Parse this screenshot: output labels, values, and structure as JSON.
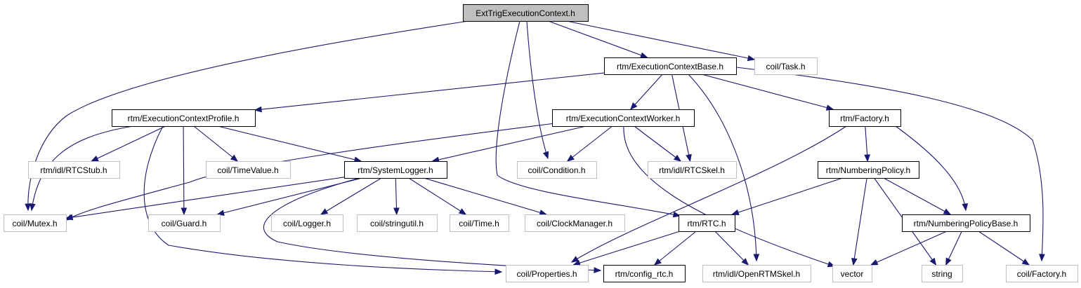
{
  "colors": {
    "edge": "#191970",
    "root_fill": "#bfbfbf",
    "documented_border": "#000000",
    "external_border": "#bfbfbf",
    "text": "#000000"
  },
  "nodes": [
    {
      "id": "n0",
      "label": "ExtTrigExecutionContext.h",
      "kind": "root"
    },
    {
      "id": "n1",
      "label": "coil/Mutex.h",
      "kind": "ext"
    },
    {
      "id": "n2",
      "label": "coil/Condition.h",
      "kind": "ext"
    },
    {
      "id": "n3",
      "label": "rtm/ExecutionContextBase.h",
      "kind": "doc"
    },
    {
      "id": "n4",
      "label": "coil/Task.h",
      "kind": "ext"
    },
    {
      "id": "n5",
      "label": "rtm/RTC.h",
      "kind": "doc"
    },
    {
      "id": "n6",
      "label": "rtm/ExecutionContextProfile.h",
      "kind": "doc"
    },
    {
      "id": "n7",
      "label": "rtm/ExecutionContextWorker.h",
      "kind": "doc"
    },
    {
      "id": "n8",
      "label": "rtm/idl/RTCSkel.h",
      "kind": "ext"
    },
    {
      "id": "n9",
      "label": "rtm/idl/OpenRTMSkel.h",
      "kind": "ext"
    },
    {
      "id": "n10",
      "label": "rtm/Factory.h",
      "kind": "doc"
    },
    {
      "id": "n11",
      "label": "coil/Factory.h",
      "kind": "ext"
    },
    {
      "id": "n12",
      "label": "rtm/idl/RTCStub.h",
      "kind": "ext"
    },
    {
      "id": "n13",
      "label": "coil/TimeValue.h",
      "kind": "ext"
    },
    {
      "id": "n14",
      "label": "rtm/SystemLogger.h",
      "kind": "doc"
    },
    {
      "id": "n15",
      "label": "coil/Guard.h",
      "kind": "ext"
    },
    {
      "id": "n16",
      "label": "coil/Properties.h",
      "kind": "ext"
    },
    {
      "id": "n17",
      "label": "rtm/config_rtc.h",
      "kind": "doc"
    },
    {
      "id": "n18",
      "label": "coil/Logger.h",
      "kind": "ext"
    },
    {
      "id": "n19",
      "label": "coil/stringutil.h",
      "kind": "ext"
    },
    {
      "id": "n20",
      "label": "coil/Time.h",
      "kind": "ext"
    },
    {
      "id": "n21",
      "label": "coil/ClockManager.h",
      "kind": "ext"
    },
    {
      "id": "n22",
      "label": "vector",
      "kind": "ext"
    },
    {
      "id": "n23",
      "label": "rtm/NumberingPolicy.h",
      "kind": "doc"
    },
    {
      "id": "n24",
      "label": "rtm/NumberingPolicyBase.h",
      "kind": "doc"
    },
    {
      "id": "n25",
      "label": "string",
      "kind": "ext"
    }
  ],
  "edges": [
    {
      "from": "n0",
      "to": "n1"
    },
    {
      "from": "n0",
      "to": "n2"
    },
    {
      "from": "n0",
      "to": "n3"
    },
    {
      "from": "n0",
      "to": "n4"
    },
    {
      "from": "n0",
      "to": "n5"
    },
    {
      "from": "n3",
      "to": "n6"
    },
    {
      "from": "n3",
      "to": "n7"
    },
    {
      "from": "n3",
      "to": "n8"
    },
    {
      "from": "n3",
      "to": "n9"
    },
    {
      "from": "n3",
      "to": "n10"
    },
    {
      "from": "n3",
      "to": "n11"
    },
    {
      "from": "n6",
      "to": "n12"
    },
    {
      "from": "n6",
      "to": "n13"
    },
    {
      "from": "n6",
      "to": "n14"
    },
    {
      "from": "n6",
      "to": "n1"
    },
    {
      "from": "n6",
      "to": "n15"
    },
    {
      "from": "n6",
      "to": "n16"
    },
    {
      "from": "n7",
      "to": "n14"
    },
    {
      "from": "n7",
      "to": "n2"
    },
    {
      "from": "n7",
      "to": "n8"
    },
    {
      "from": "n7",
      "to": "n1"
    },
    {
      "from": "n7",
      "to": "n22"
    },
    {
      "from": "n14",
      "to": "n1"
    },
    {
      "from": "n14",
      "to": "n15"
    },
    {
      "from": "n14",
      "to": "n18"
    },
    {
      "from": "n14",
      "to": "n19"
    },
    {
      "from": "n14",
      "to": "n20"
    },
    {
      "from": "n14",
      "to": "n21"
    },
    {
      "from": "n14",
      "to": "n17"
    },
    {
      "from": "n10",
      "to": "n16"
    },
    {
      "from": "n10",
      "to": "n23"
    },
    {
      "from": "n10",
      "to": "n24"
    },
    {
      "from": "n23",
      "to": "n5"
    },
    {
      "from": "n23",
      "to": "n22"
    },
    {
      "from": "n23",
      "to": "n25"
    },
    {
      "from": "n23",
      "to": "n24"
    },
    {
      "from": "n24",
      "to": "n22"
    },
    {
      "from": "n24",
      "to": "n25"
    },
    {
      "from": "n24",
      "to": "n11"
    },
    {
      "from": "n5",
      "to": "n16"
    },
    {
      "from": "n5",
      "to": "n17"
    },
    {
      "from": "n5",
      "to": "n9"
    }
  ]
}
